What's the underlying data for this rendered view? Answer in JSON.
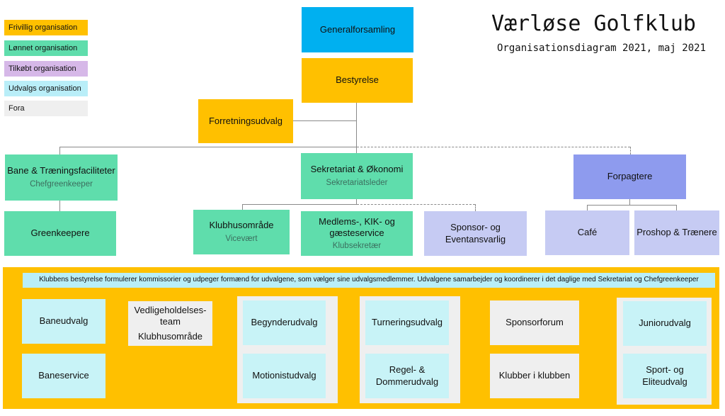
{
  "title": "Værløse Golfklub",
  "subtitle": "Organisationsdiagram 2021, maj 2021",
  "legend": {
    "frivillig": "Frivillig organisation",
    "lonnet": "Lønnet organisation",
    "tilkobt": "Tilkøbt organisation",
    "udvalgs": "Udvalgs organisation",
    "fora": "Fora"
  },
  "nodes": {
    "generalforsamling": "Generalforsamling",
    "bestyrelse": "Bestyrelse",
    "forretningsudvalg": "Forretningsudvalg",
    "bane": "Bane & Træningsfaciliteter",
    "bane_sub": "Chefgreenkeeper",
    "greenkeepere": "Greenkeepere",
    "sekretariat": "Sekretariat & Økonomi",
    "sekretariat_sub": "Sekretariatsleder",
    "klubhus": "Klubhusområde",
    "klubhus_sub": "Vicevært",
    "medlems_line1": "Medlems-, KIK- og",
    "medlems_line2": "gæsteservice",
    "medlems_sub": "Klubsekretær",
    "sponsor_line1": "Sponsor- og",
    "sponsor_line2": "Eventansvarlig",
    "forpagtere": "Forpagtere",
    "cafe": "Café",
    "proshop": "Proshop & Trænere"
  },
  "banner": "Klubbens bestyrelse formulerer kommissorier og udpeger formænd for udvalgene, som vælger sine udvalgsmedlemmer. Udvalgene samarbejder og koordinerer i det daglige med Sekretariat og Chefgreenkeeper",
  "committees": {
    "baneudvalg": "Baneudvalg",
    "baneservice": "Baneservice",
    "vedlige_line1": "Vedligeholdelses-",
    "vedlige_line2": "team",
    "vedlige_line3": "Klubhusområde",
    "begynder": "Begynderudvalg",
    "motionist": "Motionistudvalg",
    "turnering": "Turneringsudvalg",
    "regel_line1": "Regel- &",
    "regel_line2": "Dommerudvalg",
    "sponsorforum": "Sponsorforum",
    "klubber": "Klubber i klubben",
    "junior": "Juniorudvalg",
    "sport_line1": "Sport- og",
    "sport_line2": "Eliteudvalg"
  },
  "colors": {
    "frivillig": "#FFC000",
    "generalforsamling": "#00B0F0",
    "lonnet": "#5FDDAC",
    "forpagtere": "#8E9BEE",
    "tilkobt": "#C6CBF3",
    "udvalgs": "#C8F3F7",
    "fora": "#EFEFEF"
  }
}
